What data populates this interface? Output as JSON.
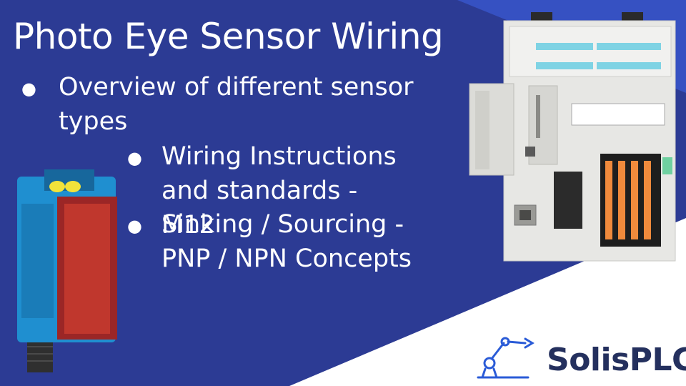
{
  "slide": {
    "title": "Photo Eye Sensor Wiring",
    "bullets": [
      {
        "text": "Overview of different sensor types"
      },
      {
        "text": "Wiring Instructions and standards - M12"
      },
      {
        "text": "Sinking / Sourcing - PNP / NPN Concepts"
      }
    ],
    "bullet_glyph": "●",
    "logo": {
      "brand": "SolisPLC",
      "icon": "robot-arm-icon"
    },
    "colors": {
      "background": "#2c3b94",
      "accent_light": "#3b57c9",
      "white": "#ffffff",
      "brand_text": "#24305e"
    }
  }
}
